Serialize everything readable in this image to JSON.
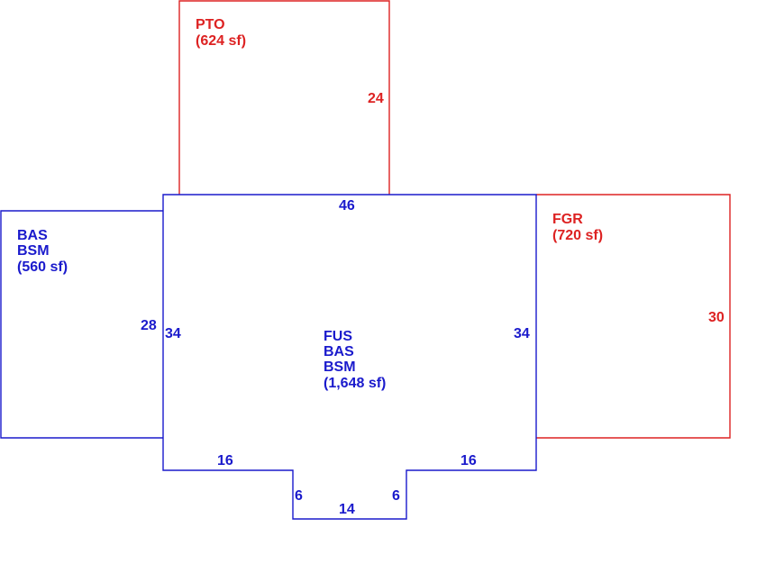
{
  "colors": {
    "living": "#1a1acc",
    "other": "#dd2222",
    "background": "#ffffff"
  },
  "areas": {
    "pto": {
      "lines": [
        "PTO",
        "(624 sf)"
      ]
    },
    "bas_left": {
      "lines": [
        "BAS",
        "BSM",
        "(560 sf)"
      ]
    },
    "fus_main": {
      "lines": [
        "FUS",
        "BAS",
        "BSM",
        "(1,648 sf)"
      ]
    },
    "fgr": {
      "lines": [
        "FGR",
        "(720 sf)"
      ]
    }
  },
  "dimensions": {
    "pto_side": "24",
    "main_top": "46",
    "bas_side": "28",
    "main_left": "34",
    "main_right": "34",
    "fgr_side": "30",
    "bottom_left": "16",
    "bottom_right": "16",
    "notch_left": "6",
    "notch_right": "6",
    "notch_bottom": "14"
  }
}
